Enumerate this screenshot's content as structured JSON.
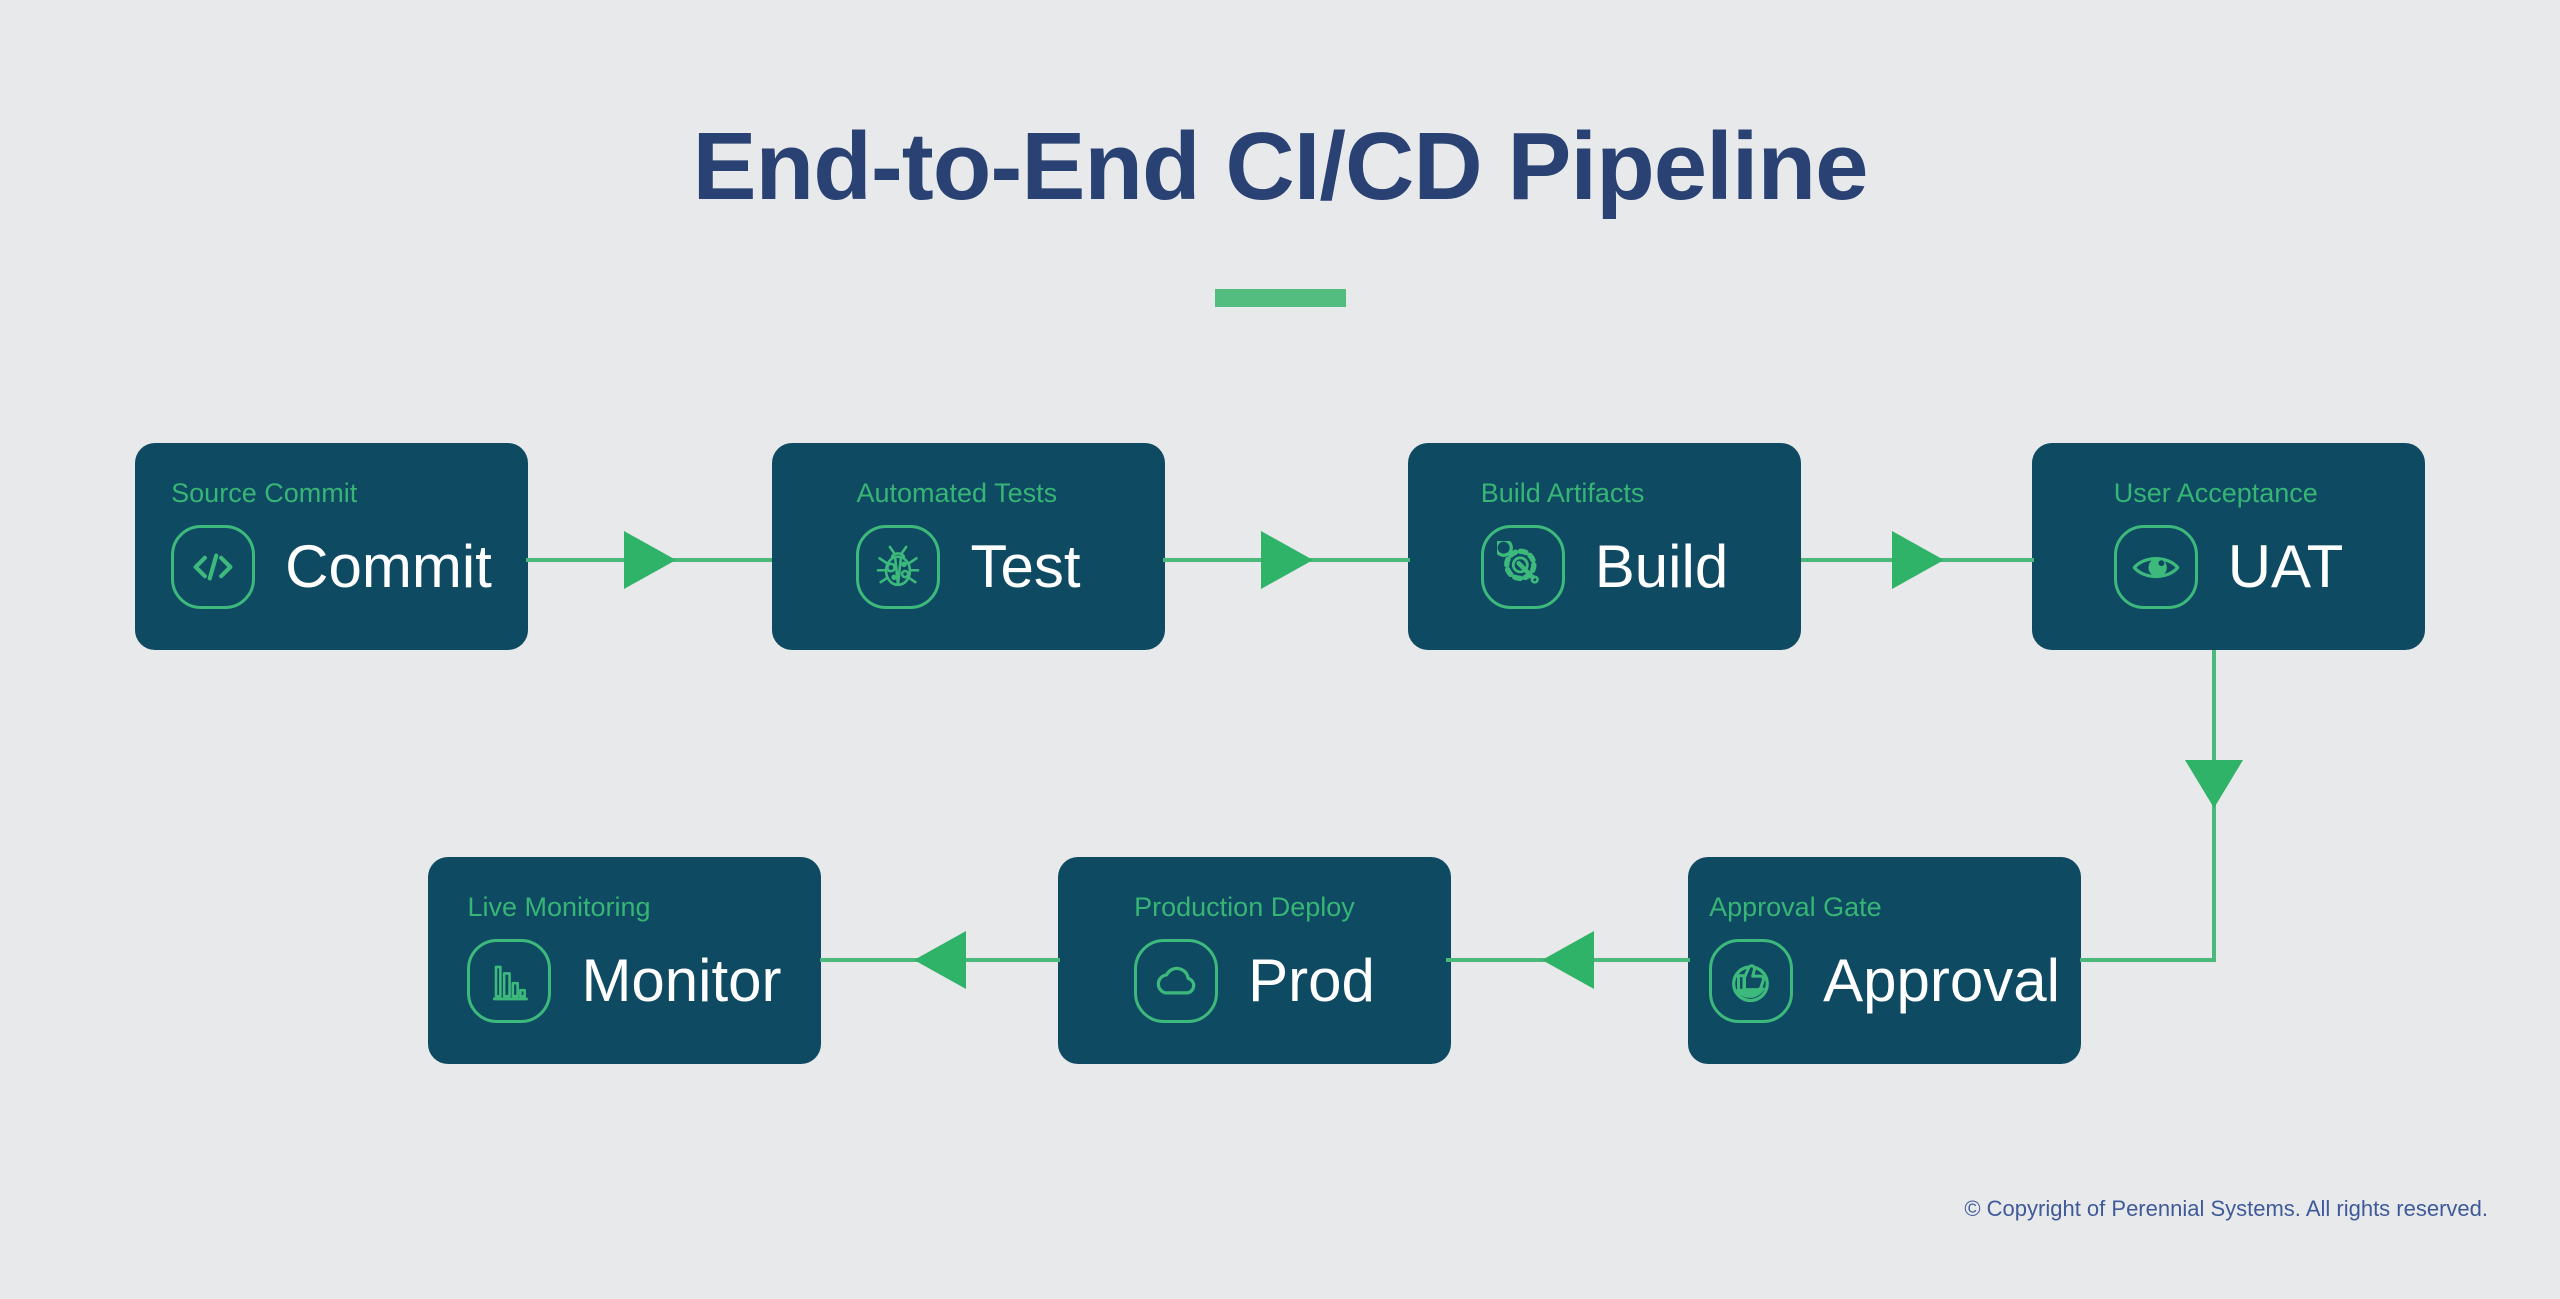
{
  "title": {
    "text": "End-to-End CI/CD Pipeline"
  },
  "colors": {
    "background": "#e8e9ea",
    "box_background": "#0f4a63",
    "accent_green": "#36b575",
    "icon_stroke": "#3db97c",
    "connector_line": "#4cb97c",
    "arrow_fill": "#2eb368",
    "title_navy": "#2a4173",
    "accent_bar": "#53bd80",
    "node_name_text": "#ffffff",
    "copyright_text": "#3e5a99"
  },
  "nodes": [
    {
      "id": "commit",
      "label": "Source Commit",
      "name": "Commit",
      "icon": "code-icon"
    },
    {
      "id": "test",
      "label": "Automated Tests",
      "name": "Test",
      "icon": "bug-icon"
    },
    {
      "id": "build",
      "label": "Build Artifacts",
      "name": "Build",
      "icon": "gear-wrench-icon"
    },
    {
      "id": "uat",
      "label": "User Acceptance",
      "name": "UAT",
      "icon": "eye-icon"
    },
    {
      "id": "approval",
      "label": "Approval Gate",
      "name": "Approval",
      "icon": "thumbs-up-icon"
    },
    {
      "id": "prod",
      "label": "Production Deploy",
      "name": "Prod",
      "icon": "cloud-icon"
    },
    {
      "id": "monitor",
      "label": "Live Monitoring",
      "name": "Monitor",
      "icon": "bar-chart-icon"
    }
  ],
  "connections": [
    {
      "from": "Commit",
      "to": "Test",
      "direction": "right"
    },
    {
      "from": "Test",
      "to": "Build",
      "direction": "right"
    },
    {
      "from": "Build",
      "to": "UAT",
      "direction": "right"
    },
    {
      "from": "UAT",
      "to": "Approval",
      "direction": "down-left"
    },
    {
      "from": "Approval",
      "to": "Prod",
      "direction": "left"
    },
    {
      "from": "Prod",
      "to": "Monitor",
      "direction": "left"
    }
  ],
  "footer": {
    "copyright": "© Copyright of Perennial Systems. All rights reserved."
  }
}
